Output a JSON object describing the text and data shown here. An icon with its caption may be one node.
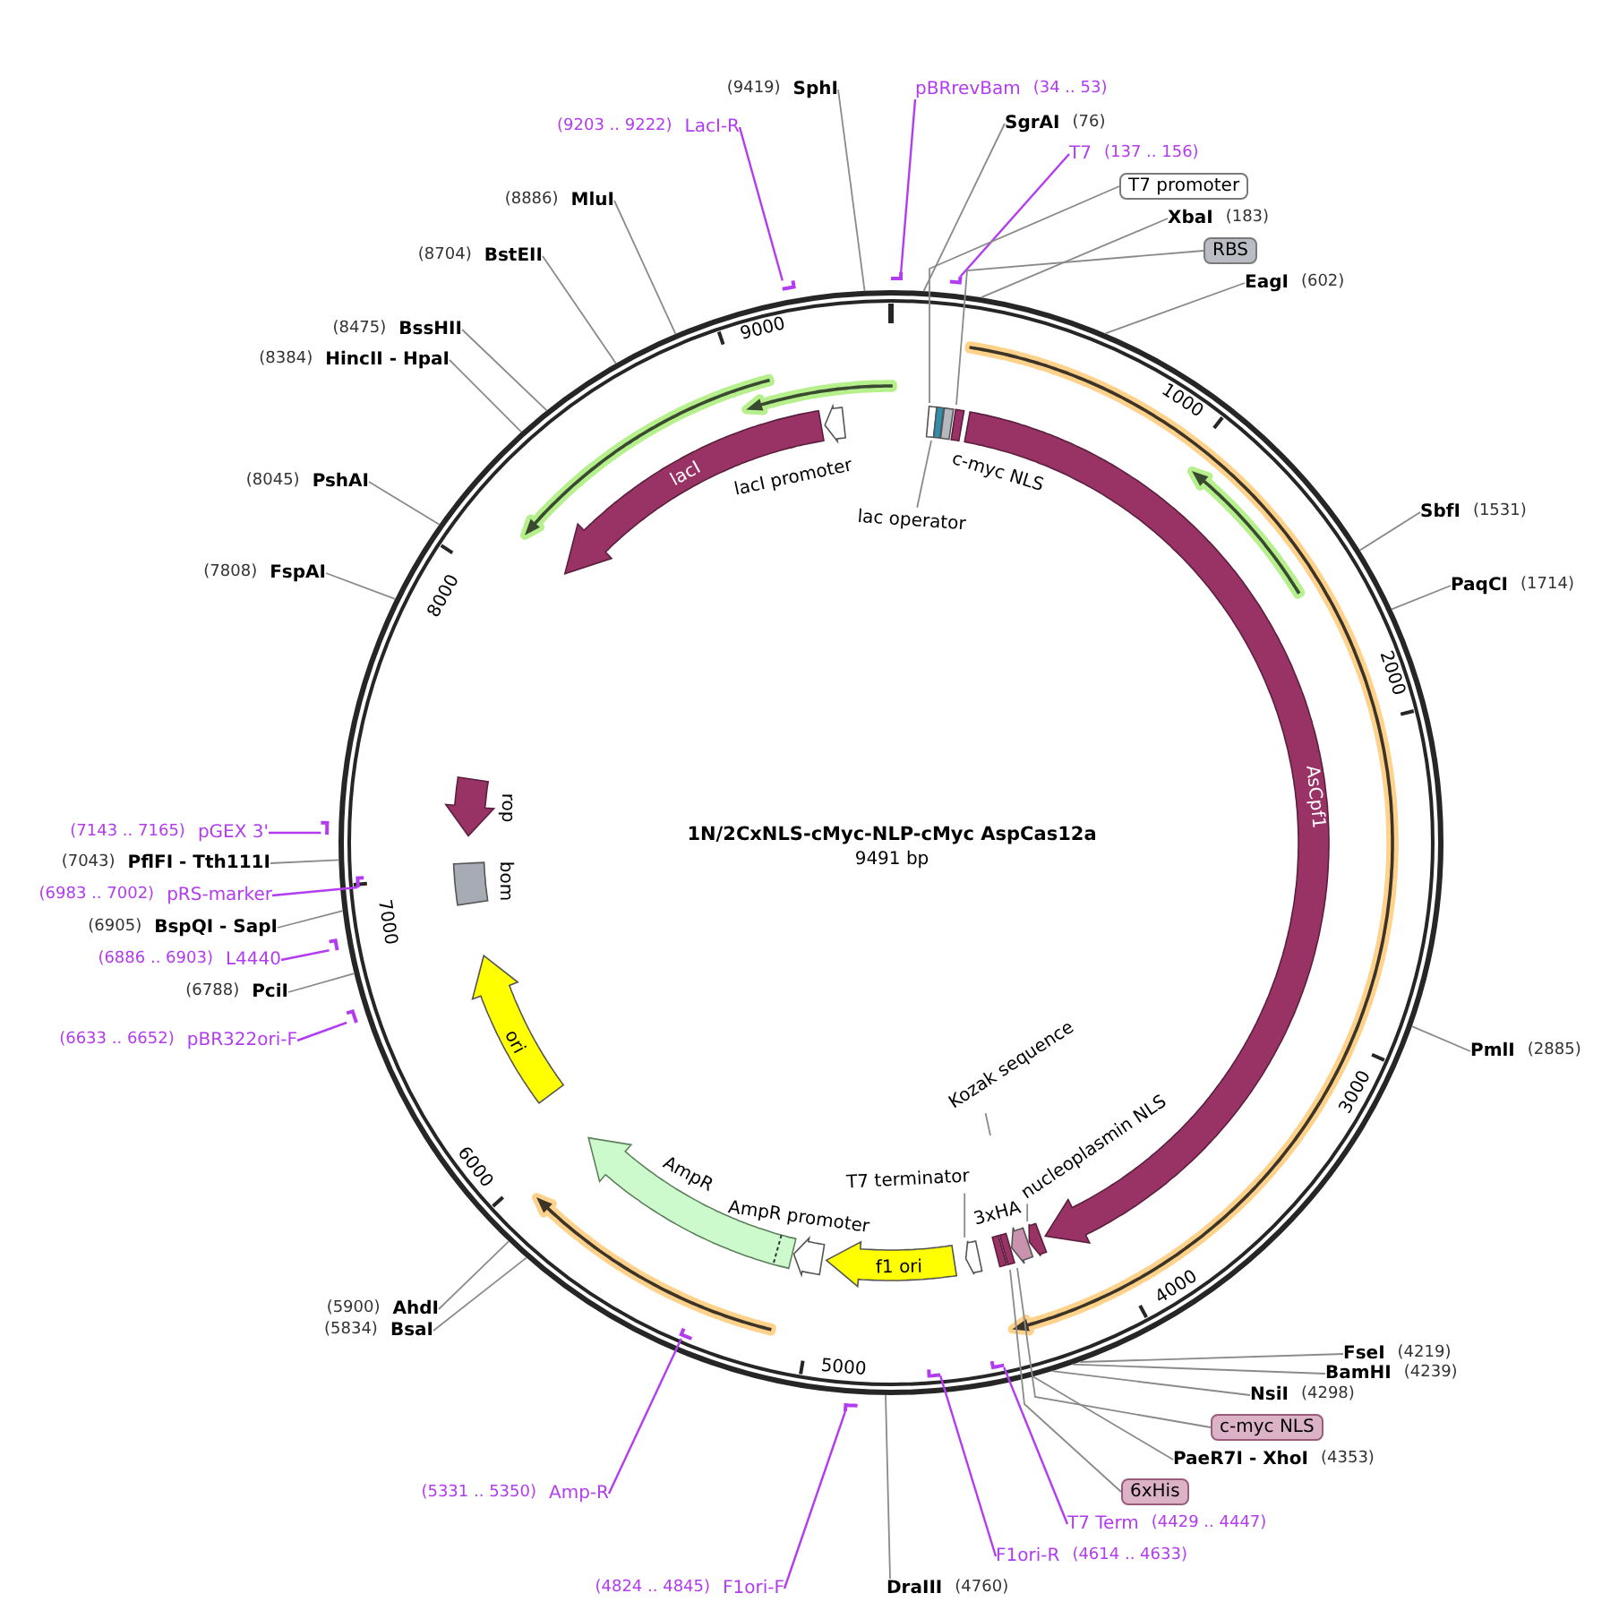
{
  "diagram": {
    "title": "1N/2CxNLS-cMyc-NLP-cMyc AspCas12a",
    "nodes": [
      {
        "text": [],
        "shape": "circle"
      },
      {
        "text": [
          "lacI"
        ],
        "in": 0
      },
      {
        "text": [],
        "shape": "arrow",
        "in": 0
      },
      {
        "text": [],
        "shape": "box",
        "in": 0
      },
      {
        "text": [],
        "shape": "box",
        "in": 0
      },
      {
        "text": [],
        "shape": "box",
        "in": 0
      },
      {
        "text": [],
        "shape": "box",
        "in": 0
      },
      {
        "text": [
          "AsCpf1"
        ],
        "in": 0
      },
      {
        "text": [],
        "shape": "arrow",
        "in": 0
      },
      {
        "text": [],
        "shape": "arrow",
        "beside": [
          "3xHA"
        ],
        "in": 0
      },
      {
        "text": [],
        "shape": "box",
        "in": 0
      },
      {
        "text": [],
        "shape": "box",
        "in": 0
      },
      {
        "text": [],
        "shape": "arrow",
        "in": 0
      },
      {
        "text": [
          "f1 ori"
        ],
        "in": 0
      },
      {
        "text": [],
        "shape": "arrow",
        "beside": [
          "AmpR promoter"
        ],
        "in": 0
      },
      {
        "text": [],
        "shape": "arrow",
        "beside": [
          "AmpR"
        ],
        "in": 0
      },
      {
        "text": [
          "ori"
        ],
        "in": 0
      },
      {
        "text": [],
        "shape": "box",
        "beside": [
          "bom"
        ],
        "in": 0
      },
      {
        "text": [],
        "shape": "arrow",
        "beside": [
          "rop"
        ],
        "in": 0
      },
      {
        "text": [
          "lac operator"
        ],
        "in": 0
      },
      {
        "text": [
          "Kozak sequence"
        ],
        "in": 0
      },
      {
        "text": [
          "nucleoplasmin NLS"
        ],
        "in": 0
      },
      {
        "text": [
          "T7 terminator"
        ],
        "in": 0
      },
      {
        "text": [
          "(9419)",
          "SphI"
        ]
      },
      {
        "text": [
          "pBRrevBam",
          "(34 .. 53)"
        ]
      },
      {
        "text": [
          "SgrAI",
          "(76)"
        ]
      },
      {
        "text": [
          "T7",
          "(137 .. 156)"
        ]
      },
      {
        "text": [
          "T7 promoter"
        ]
      },
      {
        "text": [
          "XbaI",
          "(183)"
        ]
      },
      {
        "text": [
          "RBS"
        ]
      },
      {
        "text": [
          "EagI",
          "(602)"
        ]
      },
      {
        "text": [
          "SbfI",
          "(1531)"
        ]
      },
      {
        "text": [
          "PaqCI",
          "(1714)"
        ]
      },
      {
        "text": [
          "PmlI",
          "(2885)"
        ]
      },
      {
        "text": [
          "FseI",
          "(4219)"
        ]
      },
      {
        "text": [
          "BamHI",
          "(4239)"
        ]
      },
      {
        "text": [
          "NsiI",
          "(4298)"
        ]
      },
      {
        "text": [
          "c-myc NLS"
        ]
      },
      {
        "text": [
          "PaeR7I - XhoI",
          "(4353)"
        ]
      },
      {
        "text": [
          "6xHis"
        ]
      },
      {
        "text": [
          "T7 Term",
          "(4429 .. 4447)"
        ]
      },
      {
        "text": [
          "F1ori-R",
          "(4614 .. 4633)"
        ]
      },
      {
        "text": [
          "DraIII",
          "(4760)"
        ]
      },
      {
        "text": [
          "(4824 .. 4845)",
          "F1ori-F"
        ]
      },
      {
        "text": [
          "(5331 .. 5350)",
          "Amp-R"
        ]
      },
      {
        "text": [
          "(5900)",
          "AhdI"
        ]
      },
      {
        "text": [
          "(5834)",
          "BsaI"
        ]
      },
      {
        "text": [
          "(6633 .. 6652)",
          "pBR322ori-F"
        ]
      },
      {
        "text": [
          "(6788)",
          "PciI"
        ]
      },
      {
        "text": [
          "(6886 .. 6903)",
          "L4440"
        ]
      },
      {
        "text": [
          "(6905)",
          "BspQI - SapI"
        ]
      },
      {
        "text": [
          "(6983 .. 7002)",
          "pRS-marker"
        ]
      },
      {
        "text": [
          "(7043)",
          "PflFI - Tth111I"
        ]
      },
      {
        "text": [
          "(7143 .. 7165)",
          "pGEX 3'"
        ]
      },
      {
        "text": [
          "(7808)",
          "FspAI"
        ]
      },
      {
        "text": [
          "(8045)",
          "PshAI"
        ]
      },
      {
        "text": [
          "(8384)",
          "HincII - HpaI"
        ]
      },
      {
        "text": [
          "(8475)",
          "BssHII"
        ]
      },
      {
        "text": [
          "(8704)",
          "BstEII"
        ]
      },
      {
        "text": [
          "(8886)",
          "MluI"
        ]
      },
      {
        "text": [
          "(9203 .. 9222)",
          "LacI-R"
        ]
      },
      {
        "text": [],
        "shape": "bar"
      },
      {
        "text": [],
        "shape": "bar"
      },
      {
        "text": [],
        "shape": "bar",
        "in": 0
      },
      {
        "text": [],
        "shape": "bar",
        "in": 0
      },
      {
        "text": [],
        "shape": "bar"
      },
      {
        "text": [],
        "shape": "bar",
        "in": 0
      },
      {
        "text": [],
        "shape": "bar"
      },
      {
        "text": [],
        "shape": "bar"
      },
      {
        "text": [],
        "shape": "bar",
        "in": 0
      },
      {
        "text": [],
        "shape": "bar"
      },
      {
        "text": [],
        "shape": "bar"
      },
      {
        "text": [],
        "shape": "arrow",
        "in": 0
      },
      {
        "text": [],
        "shape": "arrow",
        "in": 0
      },
      {
        "text": [],
        "shape": "arrow",
        "in": 0
      },
      {
        "text": [],
        "shape": "arrow",
        "in": 0
      },
      {
        "text": [],
        "shape": "arrow",
        "in": 0
      }
    ],
    "edges": [
      {
        "from": 19,
        "to": 4,
        "arrow": "none"
      },
      {
        "from": 20,
        "to": null,
        "arrow": "none"
      },
      {
        "from": 21,
        "to": 8,
        "arrow": "none"
      },
      {
        "from": 22,
        "to": 12,
        "arrow": "none"
      },
      {
        "from": 23,
        "to": 0,
        "arrow": "none"
      },
      {
        "from": 24,
        "to": 61,
        "arrow": "none",
        "color": "#b23cf0"
      },
      {
        "from": 25,
        "to": 0,
        "arrow": "none"
      },
      {
        "from": 26,
        "to": 62,
        "arrow": "none",
        "color": "#b23cf0"
      },
      {
        "from": 27,
        "to": 3,
        "arrow": "none"
      },
      {
        "from": 28,
        "to": 0,
        "arrow": "none"
      },
      {
        "from": 29,
        "to": 5,
        "arrow": "none"
      },
      {
        "from": 30,
        "to": 0,
        "arrow": "none"
      },
      {
        "from": 31,
        "to": 0,
        "arrow": "none"
      },
      {
        "from": 32,
        "to": 0,
        "arrow": "none"
      },
      {
        "from": 33,
        "to": 0,
        "arrow": "none"
      },
      {
        "from": 34,
        "to": 0,
        "arrow": "none"
      },
      {
        "from": 35,
        "to": 0,
        "arrow": "none"
      },
      {
        "from": 36,
        "to": 0,
        "arrow": "none"
      },
      {
        "from": 37,
        "to": 10,
        "arrow": "none"
      },
      {
        "from": 38,
        "to": 0,
        "arrow": "none"
      },
      {
        "from": 39,
        "to": 11,
        "arrow": "none"
      },
      {
        "from": 40,
        "to": 63,
        "arrow": "none",
        "color": "#b23cf0"
      },
      {
        "from": 41,
        "to": 64,
        "arrow": "none",
        "color": "#b23cf0"
      },
      {
        "from": 42,
        "to": 0,
        "arrow": "none"
      },
      {
        "from": 43,
        "to": 65,
        "arrow": "none",
        "color": "#b23cf0"
      },
      {
        "from": 44,
        "to": 66,
        "arrow": "none",
        "color": "#b23cf0"
      },
      {
        "from": 45,
        "to": 0,
        "arrow": "none"
      },
      {
        "from": 46,
        "to": 0,
        "arrow": "none"
      },
      {
        "from": 47,
        "to": 67,
        "arrow": "none",
        "color": "#b23cf0"
      },
      {
        "from": 48,
        "to": 0,
        "arrow": "none"
      },
      {
        "from": 49,
        "to": 68,
        "arrow": "none",
        "color": "#b23cf0"
      },
      {
        "from": 50,
        "to": 0,
        "arrow": "none"
      },
      {
        "from": 51,
        "to": 69,
        "arrow": "none",
        "color": "#b23cf0"
      },
      {
        "from": 52,
        "to": 0,
        "arrow": "none"
      },
      {
        "from": 53,
        "to": 70,
        "arrow": "none",
        "color": "#b23cf0"
      },
      {
        "from": 54,
        "to": 0,
        "arrow": "none"
      },
      {
        "from": 55,
        "to": 0,
        "arrow": "none"
      },
      {
        "from": 56,
        "to": 0,
        "arrow": "none"
      },
      {
        "from": 57,
        "to": 0,
        "arrow": "none"
      },
      {
        "from": 58,
        "to": 0,
        "arrow": "none"
      },
      {
        "from": 59,
        "to": 0,
        "arrow": "none"
      },
      {
        "from": 60,
        "to": 71,
        "arrow": "none",
        "color": "#b23cf0"
      }
    ],
    "labels": [
      "9000",
      "1000",
      "c-myc NLS",
      "lacI promoter",
      "8000",
      "2000",
      "9491 bp",
      "7000",
      "3000",
      "6000",
      "4000",
      "5000"
    ]
  }
}
